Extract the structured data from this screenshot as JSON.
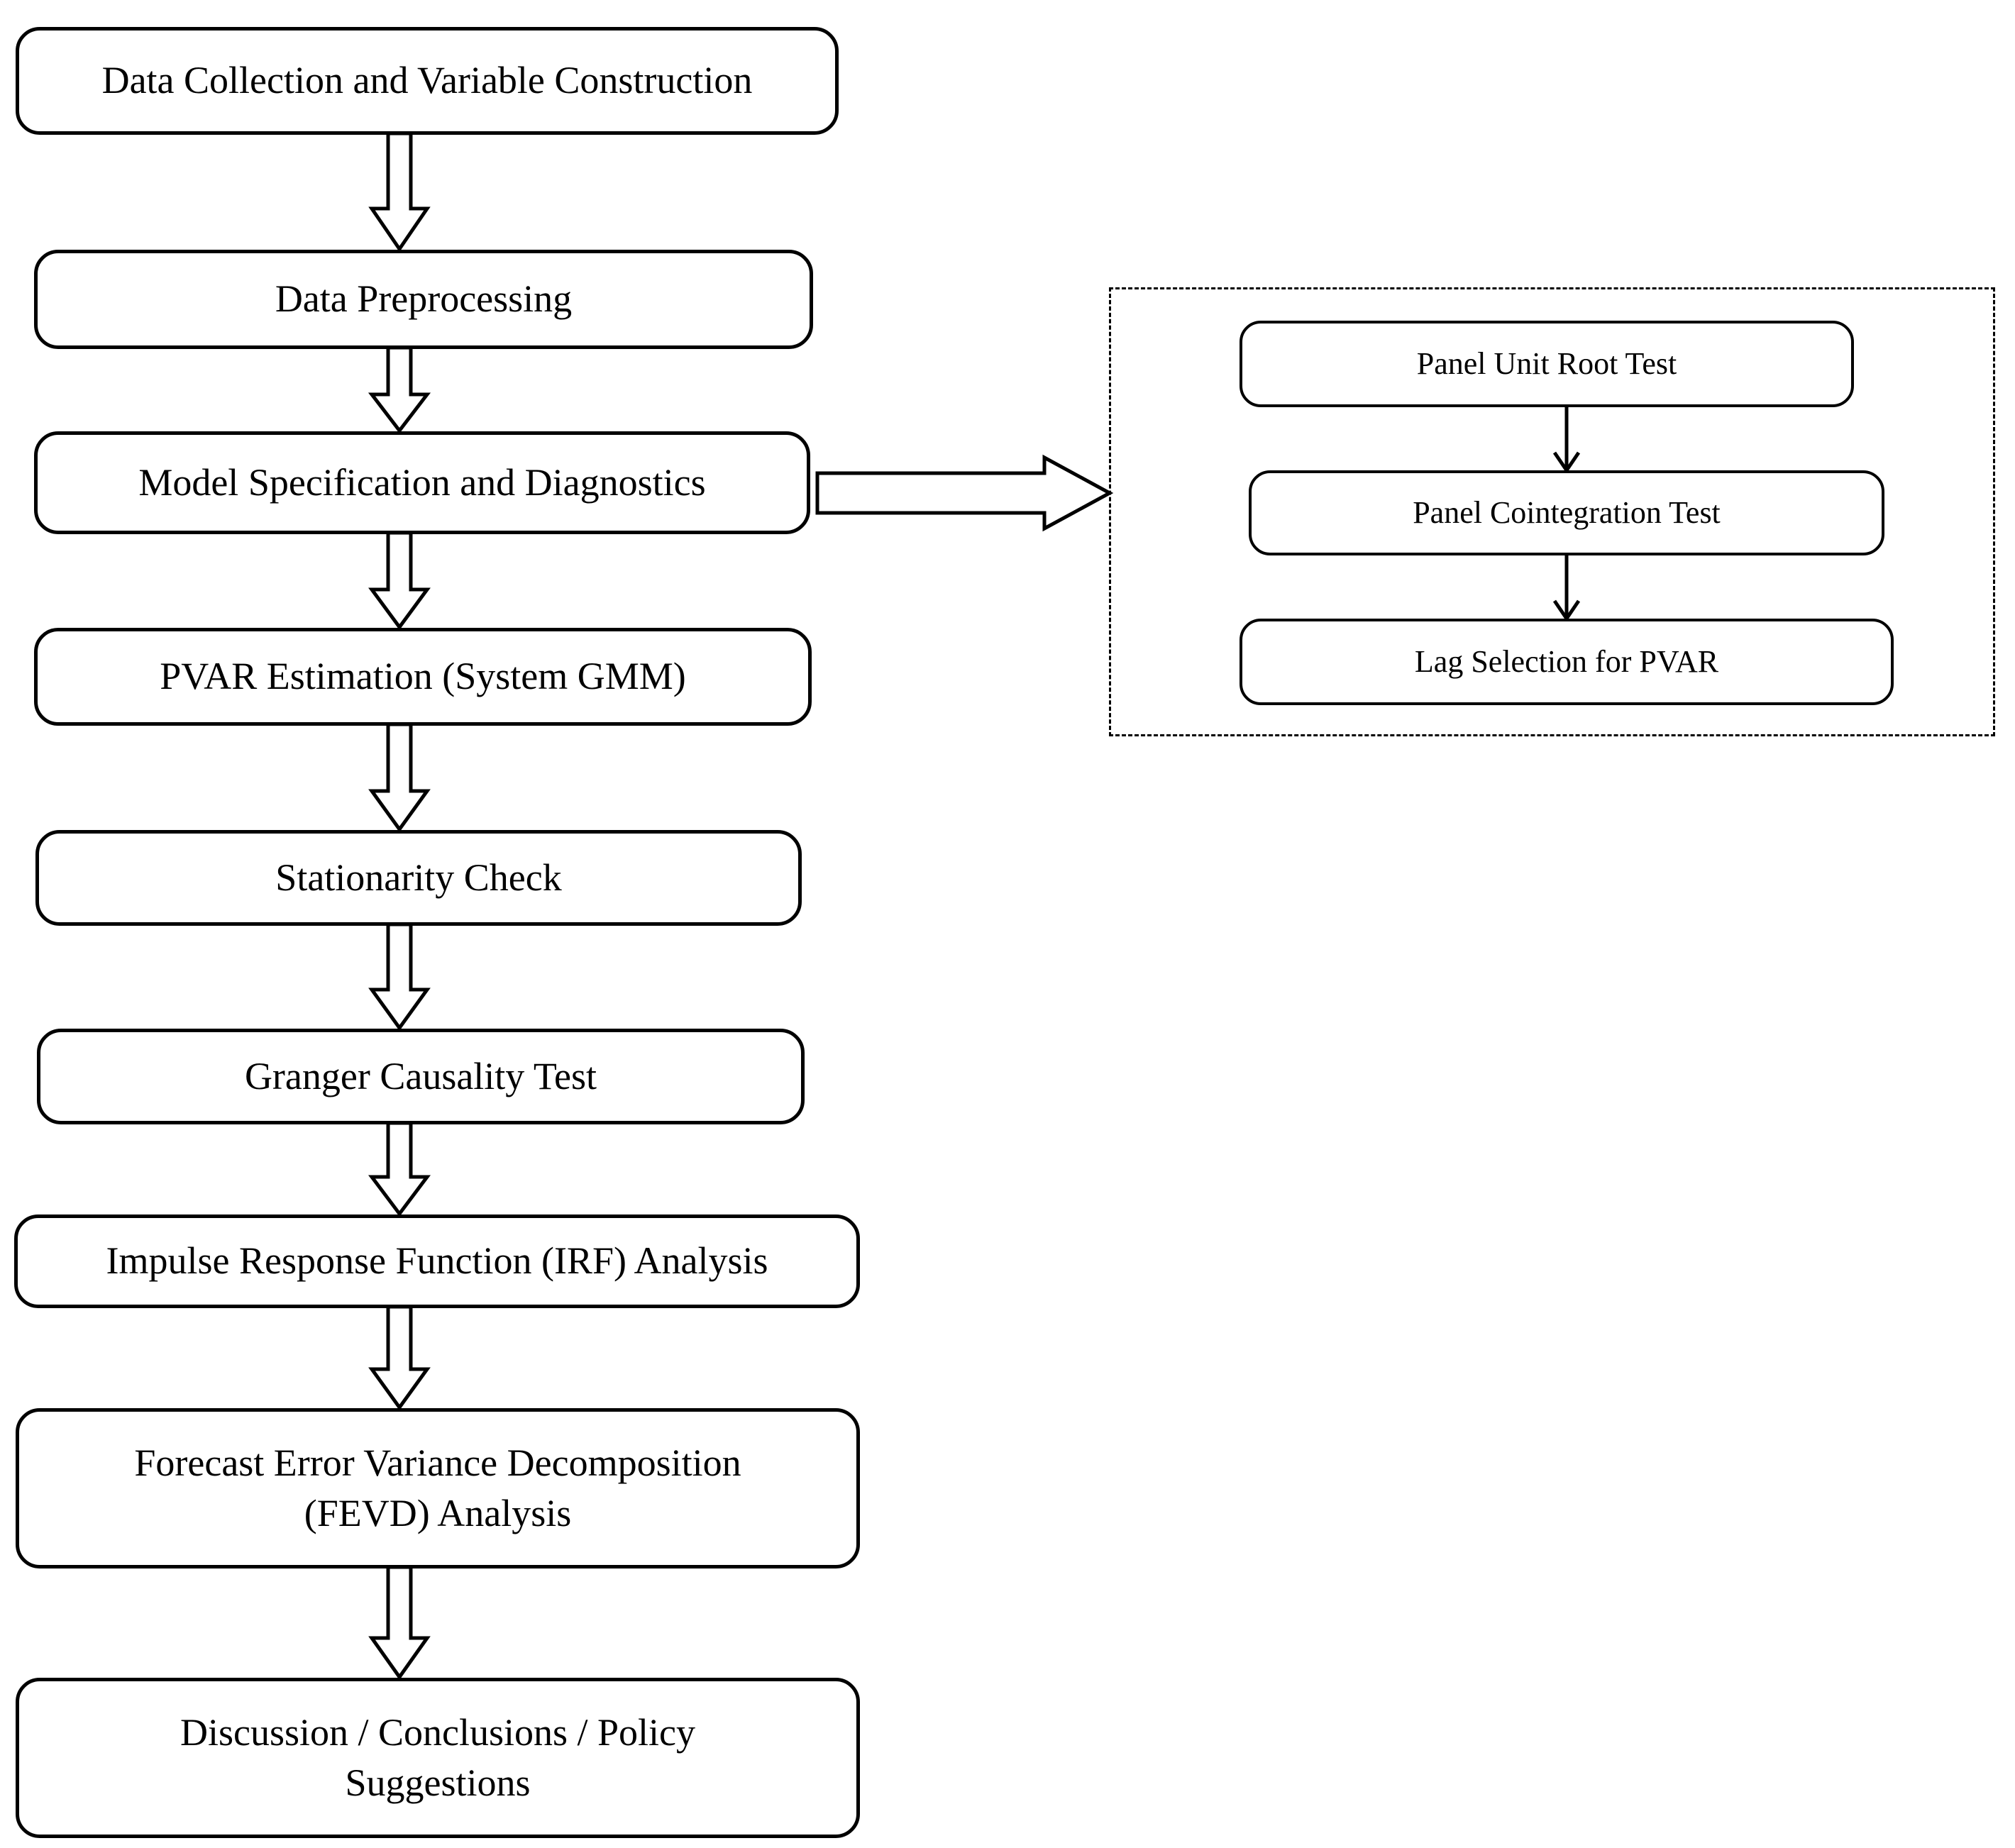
{
  "diagram": {
    "title": "Research Methodology Flowchart",
    "background_color": "#ffffff",
    "line_color": "#000000",
    "text_color": "#000000"
  },
  "main_flow": {
    "nodes": [
      {
        "id": "data-collection",
        "label": "Data Collection and Variable Construction"
      },
      {
        "id": "data-preprocessing",
        "label": "Data Preprocessing"
      },
      {
        "id": "model-specification",
        "label": "Model Specification and Diagnostics"
      },
      {
        "id": "pvar-estimation",
        "label": "PVAR Estimation (System GMM)"
      },
      {
        "id": "stationarity-check",
        "label": "Stationarity Check"
      },
      {
        "id": "granger-causality",
        "label": "Granger Causality Test"
      },
      {
        "id": "irf-analysis",
        "label": "Impulse Response Function (IRF) Analysis"
      },
      {
        "id": "fevd-analysis",
        "label": "Forecast Error Variance Decomposition\n(FEVD) Analysis"
      },
      {
        "id": "discussion",
        "label": "Discussion / Conclusions / Policy\nSuggestions"
      }
    ],
    "connectors": [
      {
        "from": "data-collection",
        "to": "data-preprocessing",
        "style": "hollow-block-arrow",
        "direction": "down"
      },
      {
        "from": "data-preprocessing",
        "to": "model-specification",
        "style": "hollow-block-arrow",
        "direction": "down"
      },
      {
        "from": "model-specification",
        "to": "pvar-estimation",
        "style": "hollow-block-arrow",
        "direction": "down"
      },
      {
        "from": "pvar-estimation",
        "to": "stationarity-check",
        "style": "hollow-block-arrow",
        "direction": "down"
      },
      {
        "from": "stationarity-check",
        "to": "granger-causality",
        "style": "hollow-block-arrow",
        "direction": "down"
      },
      {
        "from": "granger-causality",
        "to": "irf-analysis",
        "style": "hollow-block-arrow",
        "direction": "down"
      },
      {
        "from": "irf-analysis",
        "to": "fevd-analysis",
        "style": "hollow-block-arrow",
        "direction": "down"
      },
      {
        "from": "fevd-analysis",
        "to": "discussion",
        "style": "hollow-block-arrow",
        "direction": "down"
      }
    ]
  },
  "diagnostics_panel": {
    "border_style": "dashed",
    "source_node": "model-specification",
    "link_style": "hollow-block-arrow",
    "link_direction": "right",
    "nodes": [
      {
        "id": "panel-unit-root-test",
        "label": "Panel Unit Root Test"
      },
      {
        "id": "panel-cointegration-test",
        "label": "Panel Cointegration Test"
      },
      {
        "id": "lag-selection-pvar",
        "label": "Lag Selection for PVAR"
      }
    ],
    "connectors": [
      {
        "from": "panel-unit-root-test",
        "to": "panel-cointegration-test",
        "style": "thin-line-arrow",
        "direction": "down"
      },
      {
        "from": "panel-cointegration-test",
        "to": "lag-selection-pvar",
        "style": "thin-line-arrow",
        "direction": "down"
      }
    ]
  }
}
